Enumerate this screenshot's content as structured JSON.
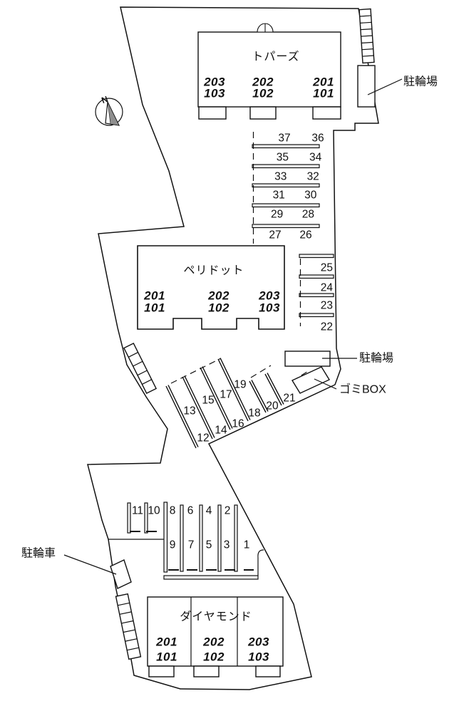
{
  "compass": {
    "letter": "N"
  },
  "labels": {
    "bicycle_top": "駐輪場",
    "bicycle_mid": "駐輪場",
    "trash": "ゴミBOX",
    "bicycle_bottom": "駐輪車"
  },
  "buildings": [
    {
      "name": "トパーズ",
      "units": [
        {
          "upper": "203",
          "lower": "103"
        },
        {
          "upper": "202",
          "lower": "102"
        },
        {
          "upper": "201",
          "lower": "101"
        }
      ]
    },
    {
      "name": "ペリドット",
      "units": [
        {
          "upper": "201",
          "lower": "101"
        },
        {
          "upper": "202",
          "lower": "102"
        },
        {
          "upper": "203",
          "lower": "103"
        }
      ]
    },
    {
      "name": "ダイヤモンド",
      "units": [
        {
          "upper": "201",
          "lower": "101"
        },
        {
          "upper": "202",
          "lower": "102"
        },
        {
          "upper": "203",
          "lower": "103"
        }
      ]
    }
  ],
  "parking": {
    "rows_top": [
      {
        "left": "37",
        "right": "36"
      },
      {
        "left": "35",
        "right": "34"
      },
      {
        "left": "33",
        "right": "32"
      },
      {
        "left": "31",
        "right": "30"
      },
      {
        "left": "29",
        "right": "28"
      },
      {
        "left": "27",
        "right": "26"
      }
    ],
    "rows_side": [
      "25",
      "24",
      "23",
      "22"
    ],
    "diagonal": [
      "12",
      "13",
      "14",
      "15",
      "16",
      "17",
      "18",
      "19",
      "20",
      "21"
    ],
    "lower": [
      "11",
      "10",
      "8",
      "6",
      "4",
      "2",
      "9",
      "7",
      "5",
      "3",
      "1"
    ]
  }
}
